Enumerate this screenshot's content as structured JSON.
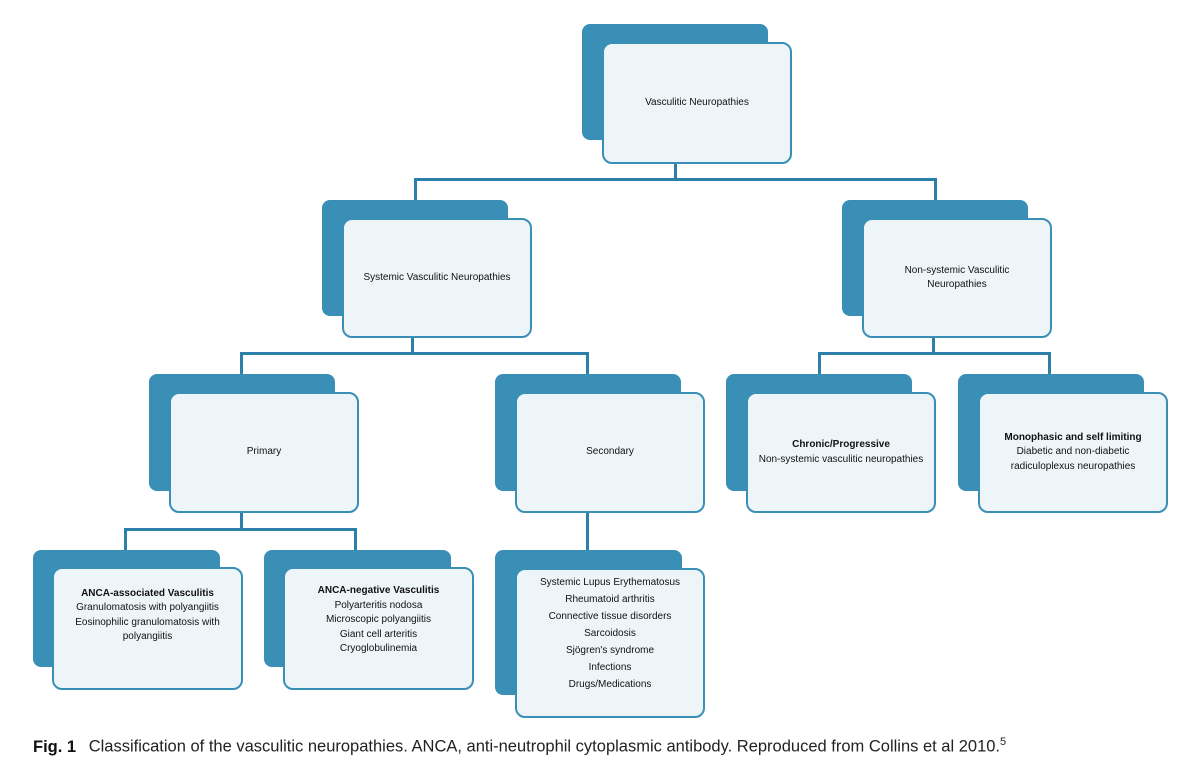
{
  "nodes": {
    "root": {
      "lines": [
        "Vasculitic Neuropathies"
      ]
    },
    "systemic": {
      "lines": [
        "Systemic Vasculitic Neuropathies"
      ]
    },
    "nonsystemic": {
      "lines": [
        "Non-systemic Vasculitic Neuropathies"
      ]
    },
    "primary": {
      "lines": [
        "Primary"
      ]
    },
    "secondary": {
      "lines": [
        "Secondary"
      ]
    },
    "chronic": {
      "title": "Chronic/Progressive",
      "lines": [
        "Non-systemic vasculitic neuropathies"
      ]
    },
    "monophasic": {
      "title": "Monophasic and self limiting",
      "lines": [
        "Diabetic and non-diabetic",
        "radiculoplexus neuropathies"
      ]
    },
    "anca_assoc": {
      "title": "ANCA-associated Vasculitis",
      "lines": [
        "Granulomatosis with polyangiitis",
        "Eosinophilic granulomatosis with",
        "polyangiitis"
      ]
    },
    "anca_neg": {
      "title": "ANCA-negative Vasculitis",
      "lines": [
        "Polyarteritis nodosa",
        "Microscopic polyangiitis",
        "Giant cell arteritis",
        "Cryoglobulinemia"
      ]
    },
    "secondary_list": {
      "lines": [
        "Systemic Lupus Erythematosus",
        "Rheumatoid arthritis",
        "Connective tissue disorders",
        "Sarcoidosis",
        "Sjögren's syndrome",
        "Infections",
        "Drugs/Medications"
      ]
    }
  },
  "caption": {
    "label": "Fig. 1",
    "text": "Classification of the vasculitic neuropathies. ANCA, anti-neutrophil cytoplasmic antibody. Reproduced from Collins et al 2010.",
    "ref": "5"
  },
  "colors": {
    "accent": "#3a8fb7",
    "box_fill": "#eef5f8",
    "connector": "#2b7fa8"
  }
}
